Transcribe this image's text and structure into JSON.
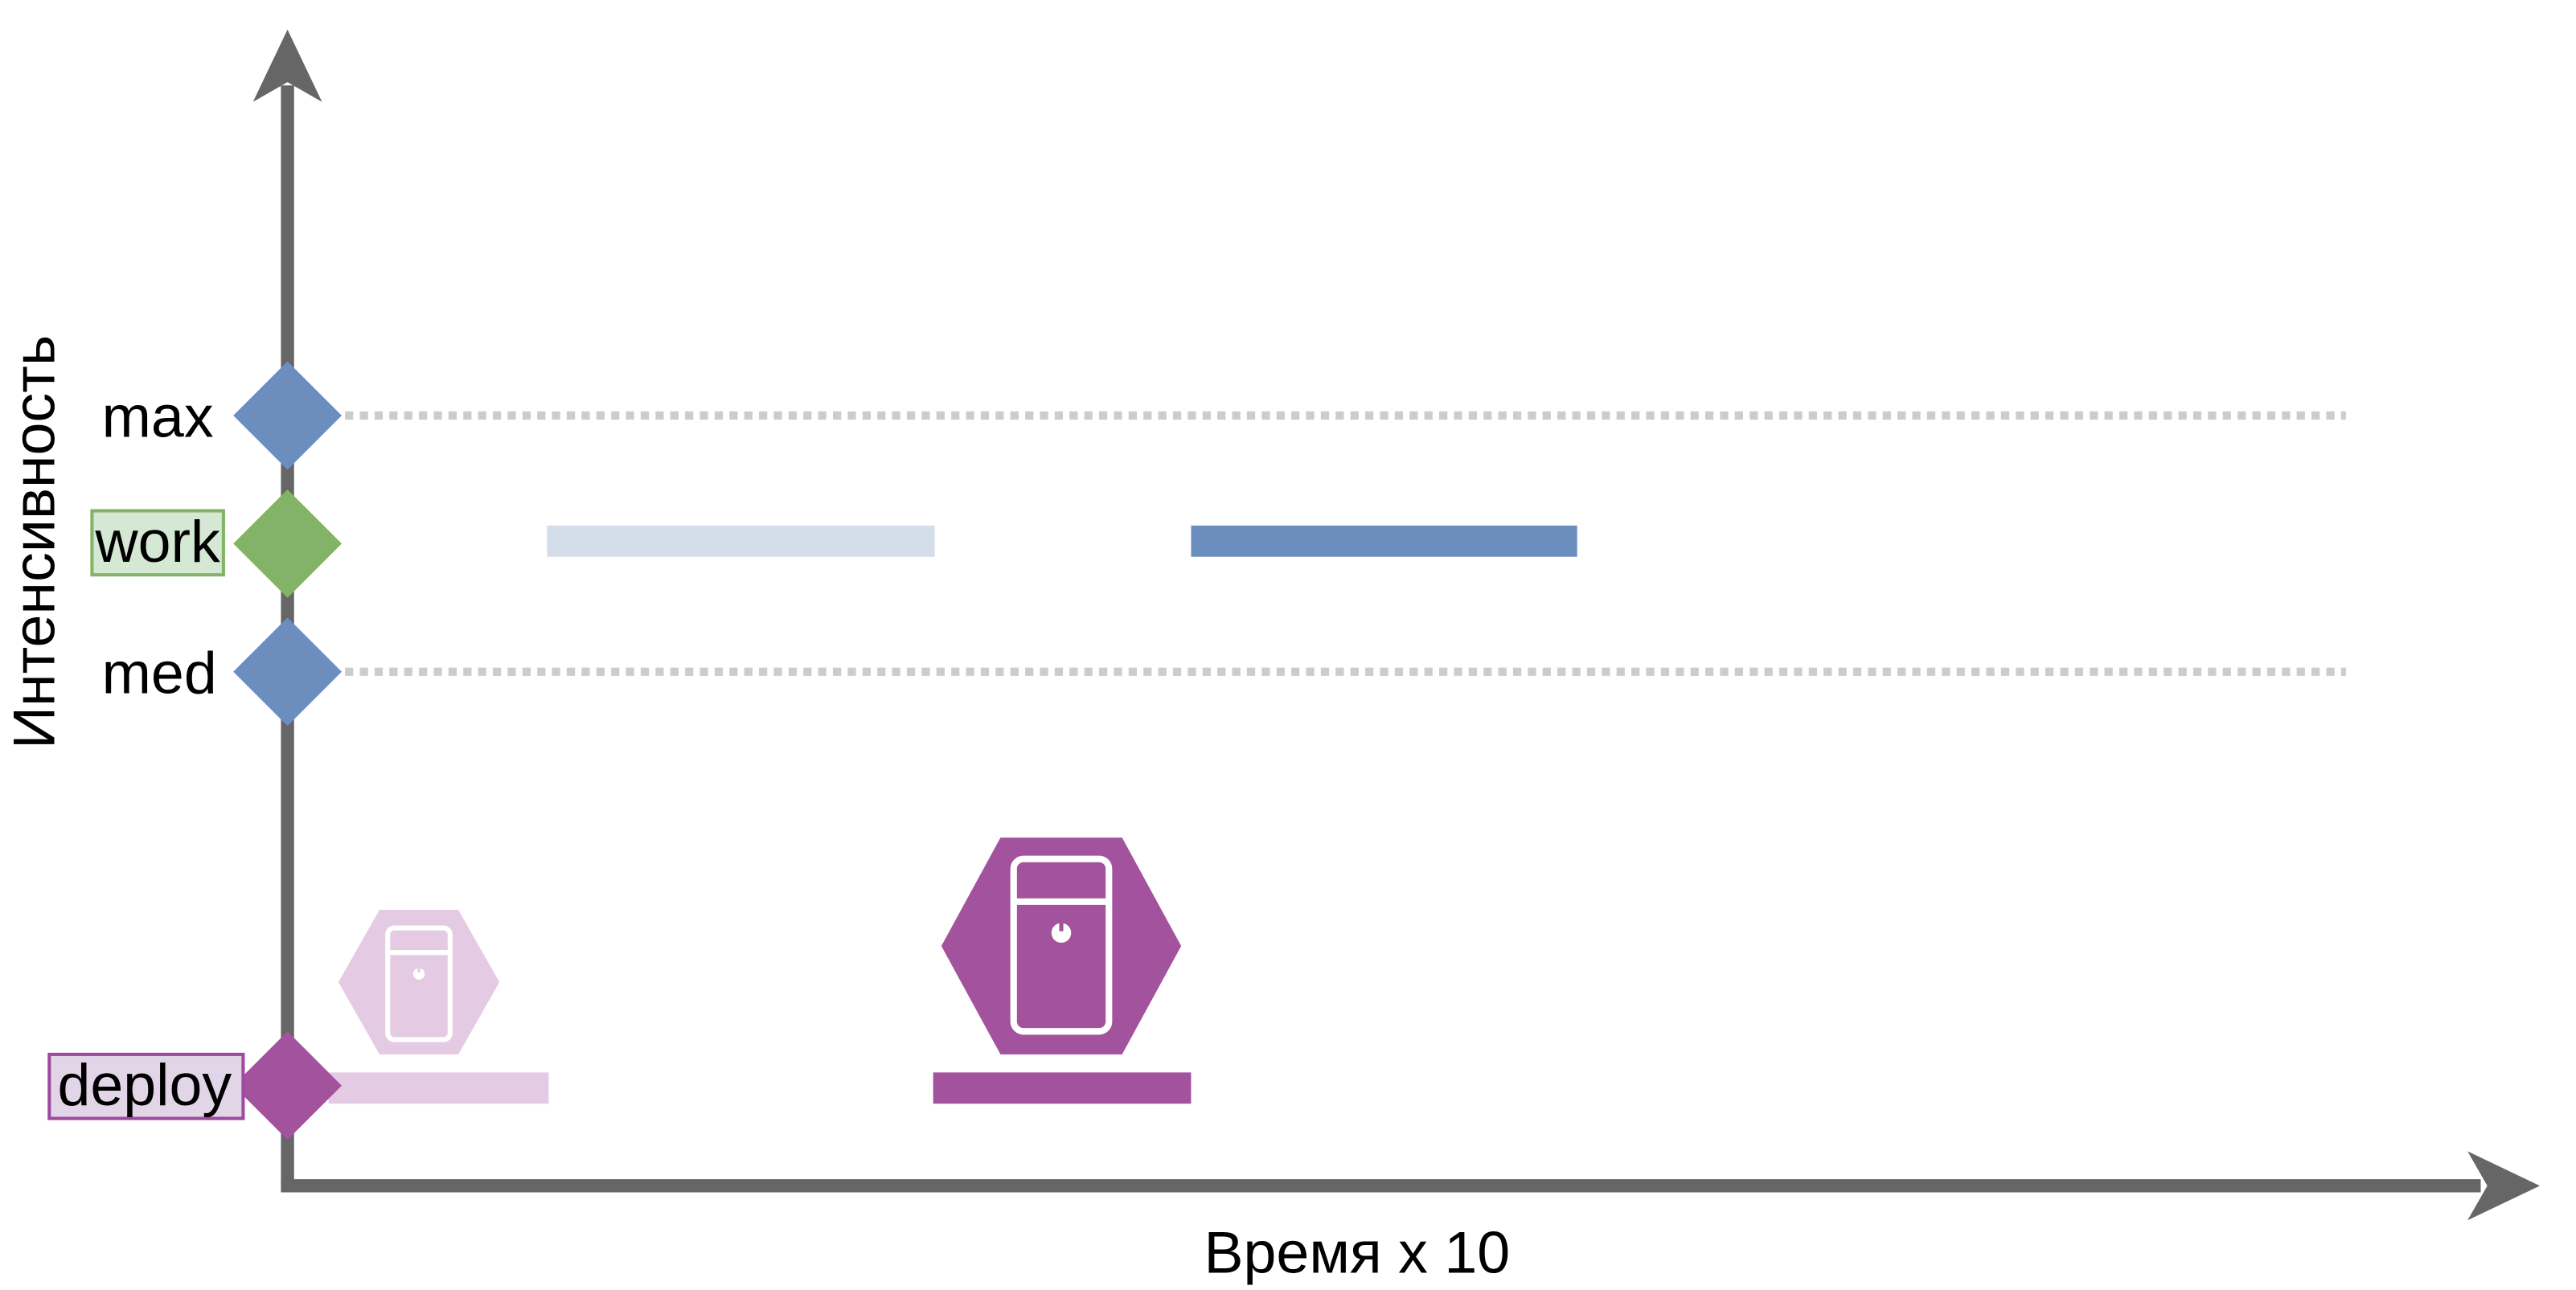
{
  "axes": {
    "x_label": "Время x 10",
    "y_label": "Интенсивность"
  },
  "levels": {
    "max": "max",
    "work": "work",
    "med": "med",
    "deploy": "deploy"
  },
  "colors": {
    "axis": "#666666",
    "blue": "#6c8ebf",
    "blue_light": "#d4deeb",
    "green": "#82b366",
    "green_fill": "#d5e8d4",
    "purple": "#a3529e",
    "purple_light": "#e4cae2",
    "purple_fill": "#e1d5e7",
    "purple_border": "#9e4a9e",
    "dotted": "#cccccc"
  },
  "icons": {
    "server_faded": "server-icon",
    "server_active": "server-icon"
  }
}
